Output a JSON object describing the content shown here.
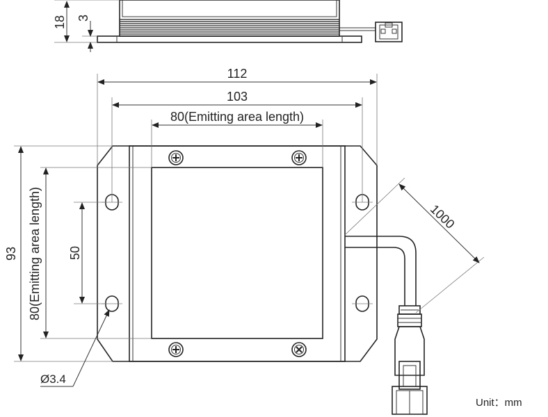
{
  "drawing": {
    "side_view": {
      "dim_total_height": "18",
      "dim_plate_thickness": "3"
    },
    "front_view": {
      "dim_total_width": "112",
      "dim_hole_spacing_x": "103",
      "dim_emitting_width": "80(Emitting area length)",
      "dim_total_height": "93",
      "dim_emitting_height": "80(Emitting area length)",
      "dim_hole_spacing_y": "50",
      "dim_hole_diameter": "Ø3.4",
      "dim_cable_length": "1000"
    },
    "unit_label": "Unit：mm"
  }
}
